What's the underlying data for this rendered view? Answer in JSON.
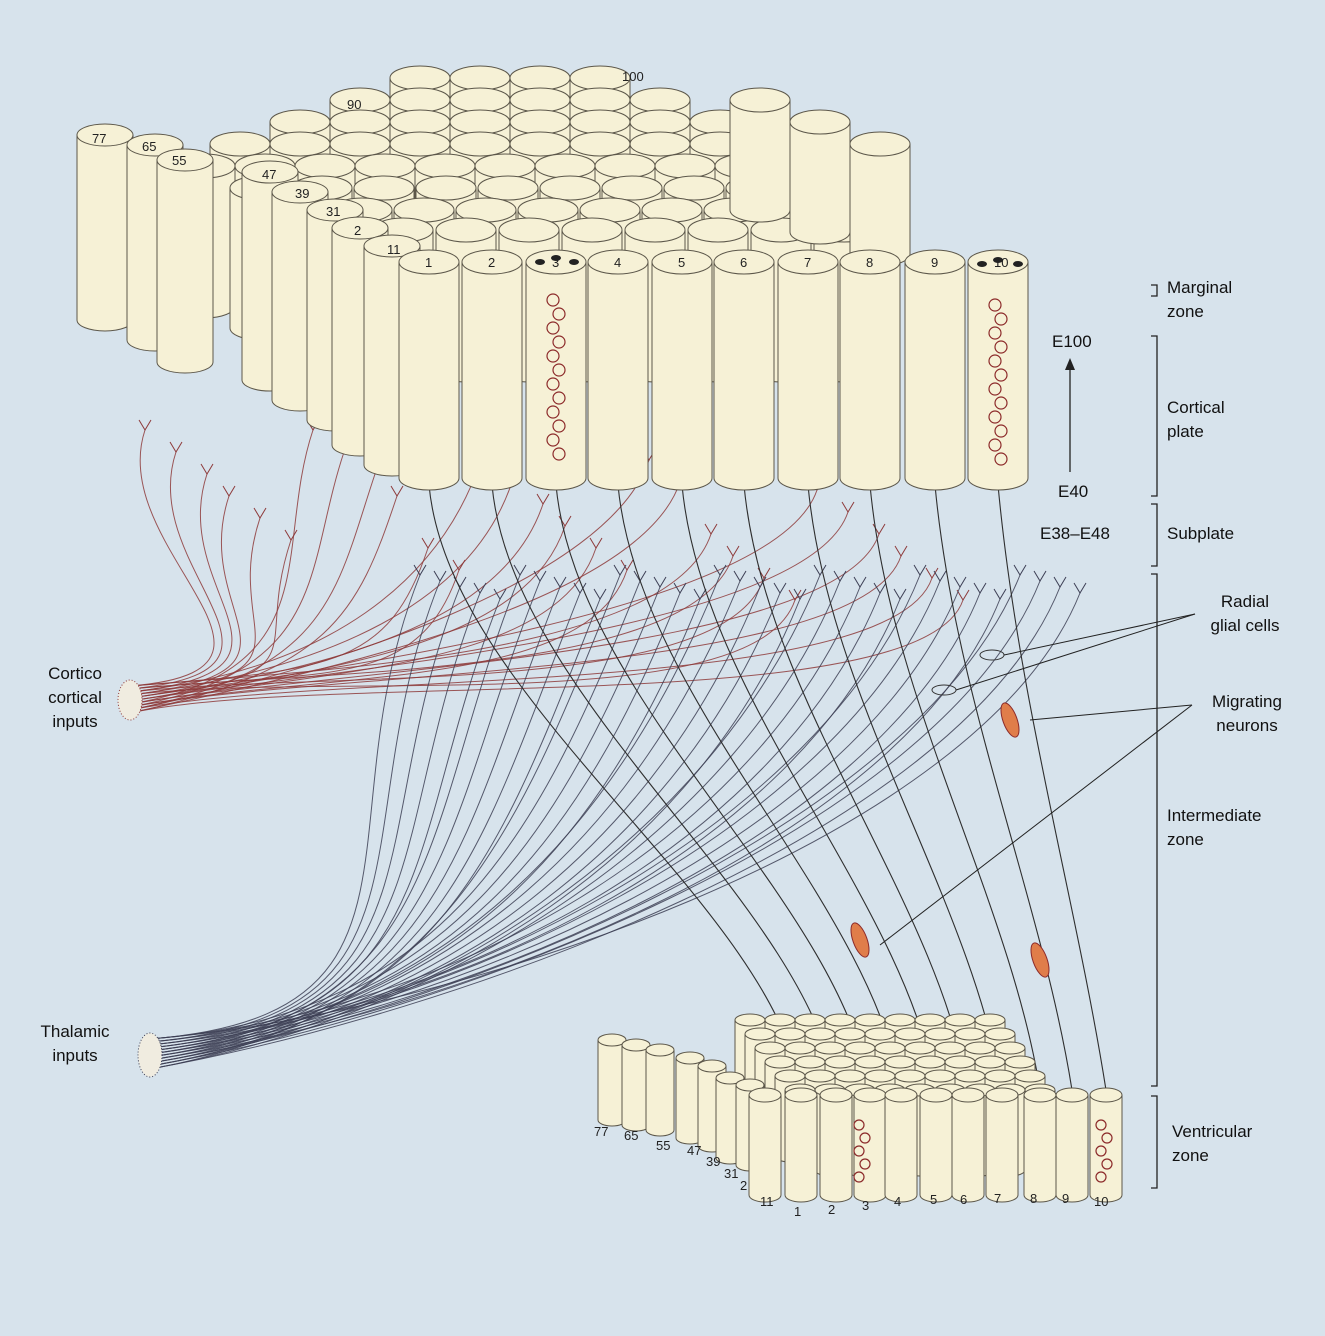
{
  "labels": {
    "cortico_line1": "Cortico",
    "cortico_line2": "cortical",
    "cortico_line3": "inputs",
    "thalamic_line1": "Thalamic",
    "thalamic_line2": "inputs",
    "marginal_line1": "Marginal",
    "marginal_line2": "zone",
    "cortical_plate_line1": "Cortical",
    "cortical_plate_line2": "plate",
    "subplate": "Subplate",
    "radial_glial_line1": "Radial",
    "radial_glial_line2": "glial cells",
    "migrating_line1": "Migrating",
    "migrating_line2": "neurons",
    "intermediate_line1": "Intermediate",
    "intermediate_line2": "zone",
    "ventricular_line1": "Ventricular",
    "ventricular_line2": "zone"
  },
  "timeline": {
    "top_label": "E100",
    "bottom_label": "E40",
    "subplate_range": "E38–E48"
  },
  "top_column_numbers": [
    "1",
    "2",
    "3",
    "4",
    "5",
    "6",
    "7",
    "8",
    "9",
    "10"
  ],
  "top_back_numbers": [
    "11",
    "2",
    "31",
    "39",
    "47",
    "55",
    "65",
    "77",
    "90",
    "100"
  ],
  "bottom_column_numbers": [
    "11",
    "1",
    "2",
    "3",
    "4",
    "5",
    "6",
    "7",
    "8",
    "9",
    "10"
  ],
  "bottom_back_numbers": [
    "77",
    "65",
    "55",
    "47",
    "39",
    "31",
    "2"
  ],
  "colors": {
    "background": "#d7e3ec",
    "column_fill": "#f6f1d6",
    "column_stroke": "#5c574a",
    "cortico_fibers": "#8e3b3b",
    "thalamic_fibers": "#3d3f55",
    "glia": "#333333",
    "neuron": "#e07d4a",
    "neuron_ring": "#8c2a2a"
  }
}
